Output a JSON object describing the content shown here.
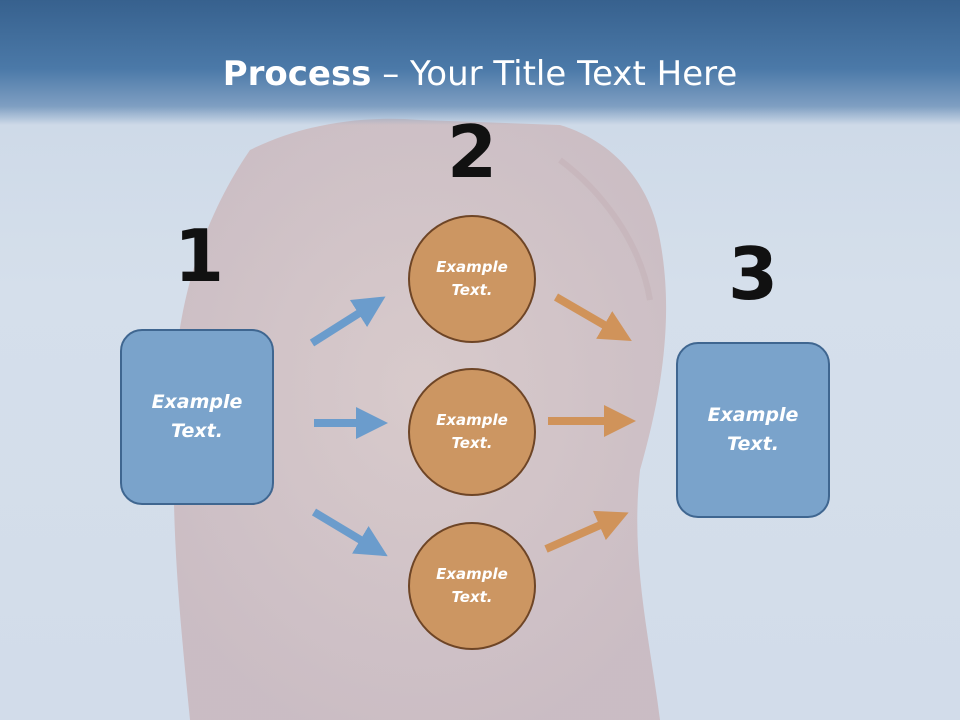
{
  "title": {
    "bold": "Process",
    "rest": " – Your Title Text Here"
  },
  "steps": {
    "one": "1",
    "two": "2",
    "three": "3"
  },
  "start_box": {
    "line1": "Example",
    "line2": "Text."
  },
  "end_box": {
    "line1": "Example",
    "line2": "Text."
  },
  "circles": [
    {
      "line1": "Example",
      "line2": "Text."
    },
    {
      "line1": "Example",
      "line2": "Text."
    },
    {
      "line1": "Example",
      "line2": "Text."
    }
  ],
  "colors": {
    "header": "#4b79a8",
    "box_fill": "#7aa3cb",
    "box_border": "#3f6690",
    "circle_fill": "#cc9662",
    "circle_border": "#6e4526",
    "blue_arrow": "#6b9ccc",
    "orange_arrow": "#d0935a"
  }
}
